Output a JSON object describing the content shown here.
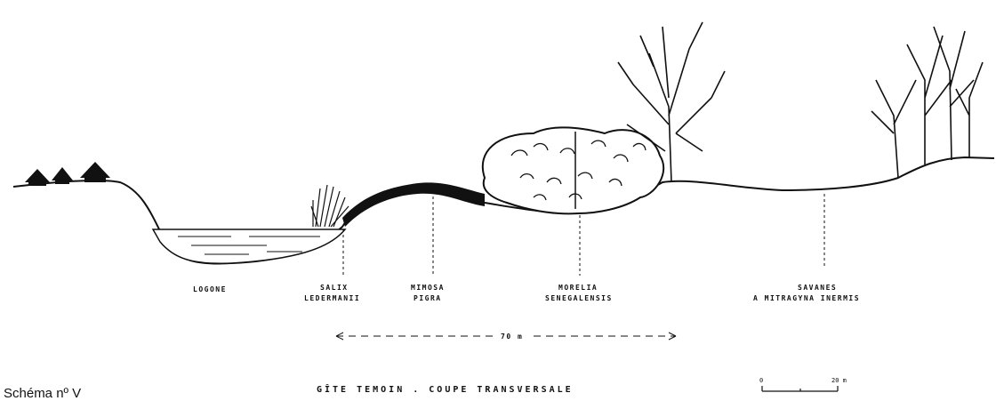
{
  "labels": {
    "logone": "LOGONE",
    "salix_1": "SALIX",
    "salix_2": "LEDERMANII",
    "mimosa_1": "MIMOSA",
    "mimosa_2": "PIGRA",
    "morelia_1": "MORELIA",
    "morelia_2": "SENEGALENSIS",
    "savanes_1": "SAVANES",
    "savanes_2": "A  MITRAGYNA INERMIS"
  },
  "distance": "70 m",
  "scale_bar": {
    "start": "0",
    "end": "20 m"
  },
  "title": "GÎTE  TEMOIN  .  COUPE TRANSVERSALE",
  "schema": "Schéma nº V"
}
